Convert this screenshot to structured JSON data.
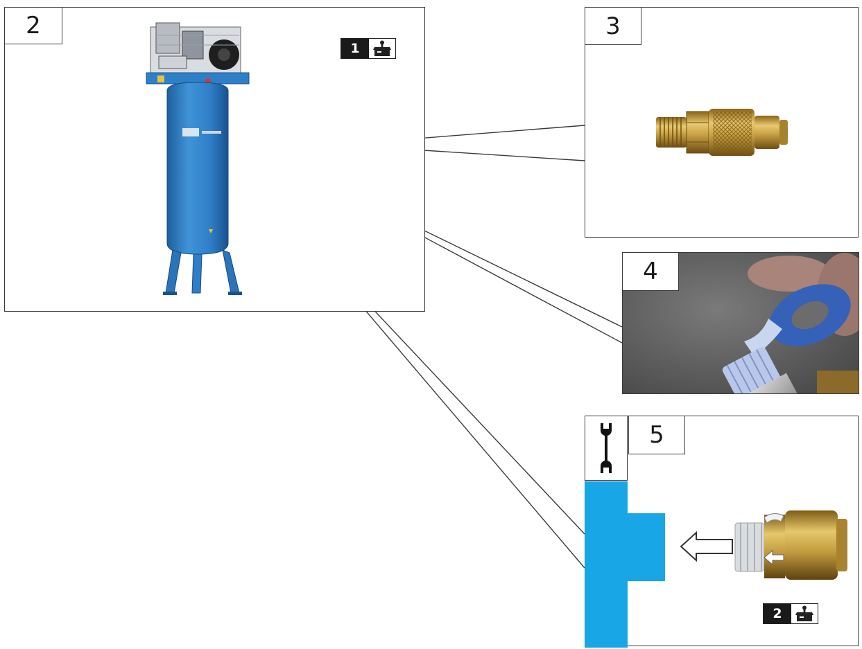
{
  "panels": {
    "main": {
      "label": "2",
      "badge_number": "1",
      "badge_icon": "parts-box-icon"
    },
    "coupler": {
      "label": "3"
    },
    "tape": {
      "label": "4"
    },
    "assembly": {
      "label": "5",
      "tool_icon": "wrench-icon",
      "badge_number": "2",
      "badge_icon": "parts-box-icon"
    }
  },
  "colors": {
    "tank_blue": "#2f7fc8",
    "fitting_cyan": "#19a6e6",
    "brass": "#c9a245",
    "outline": "#3a3a3a"
  }
}
